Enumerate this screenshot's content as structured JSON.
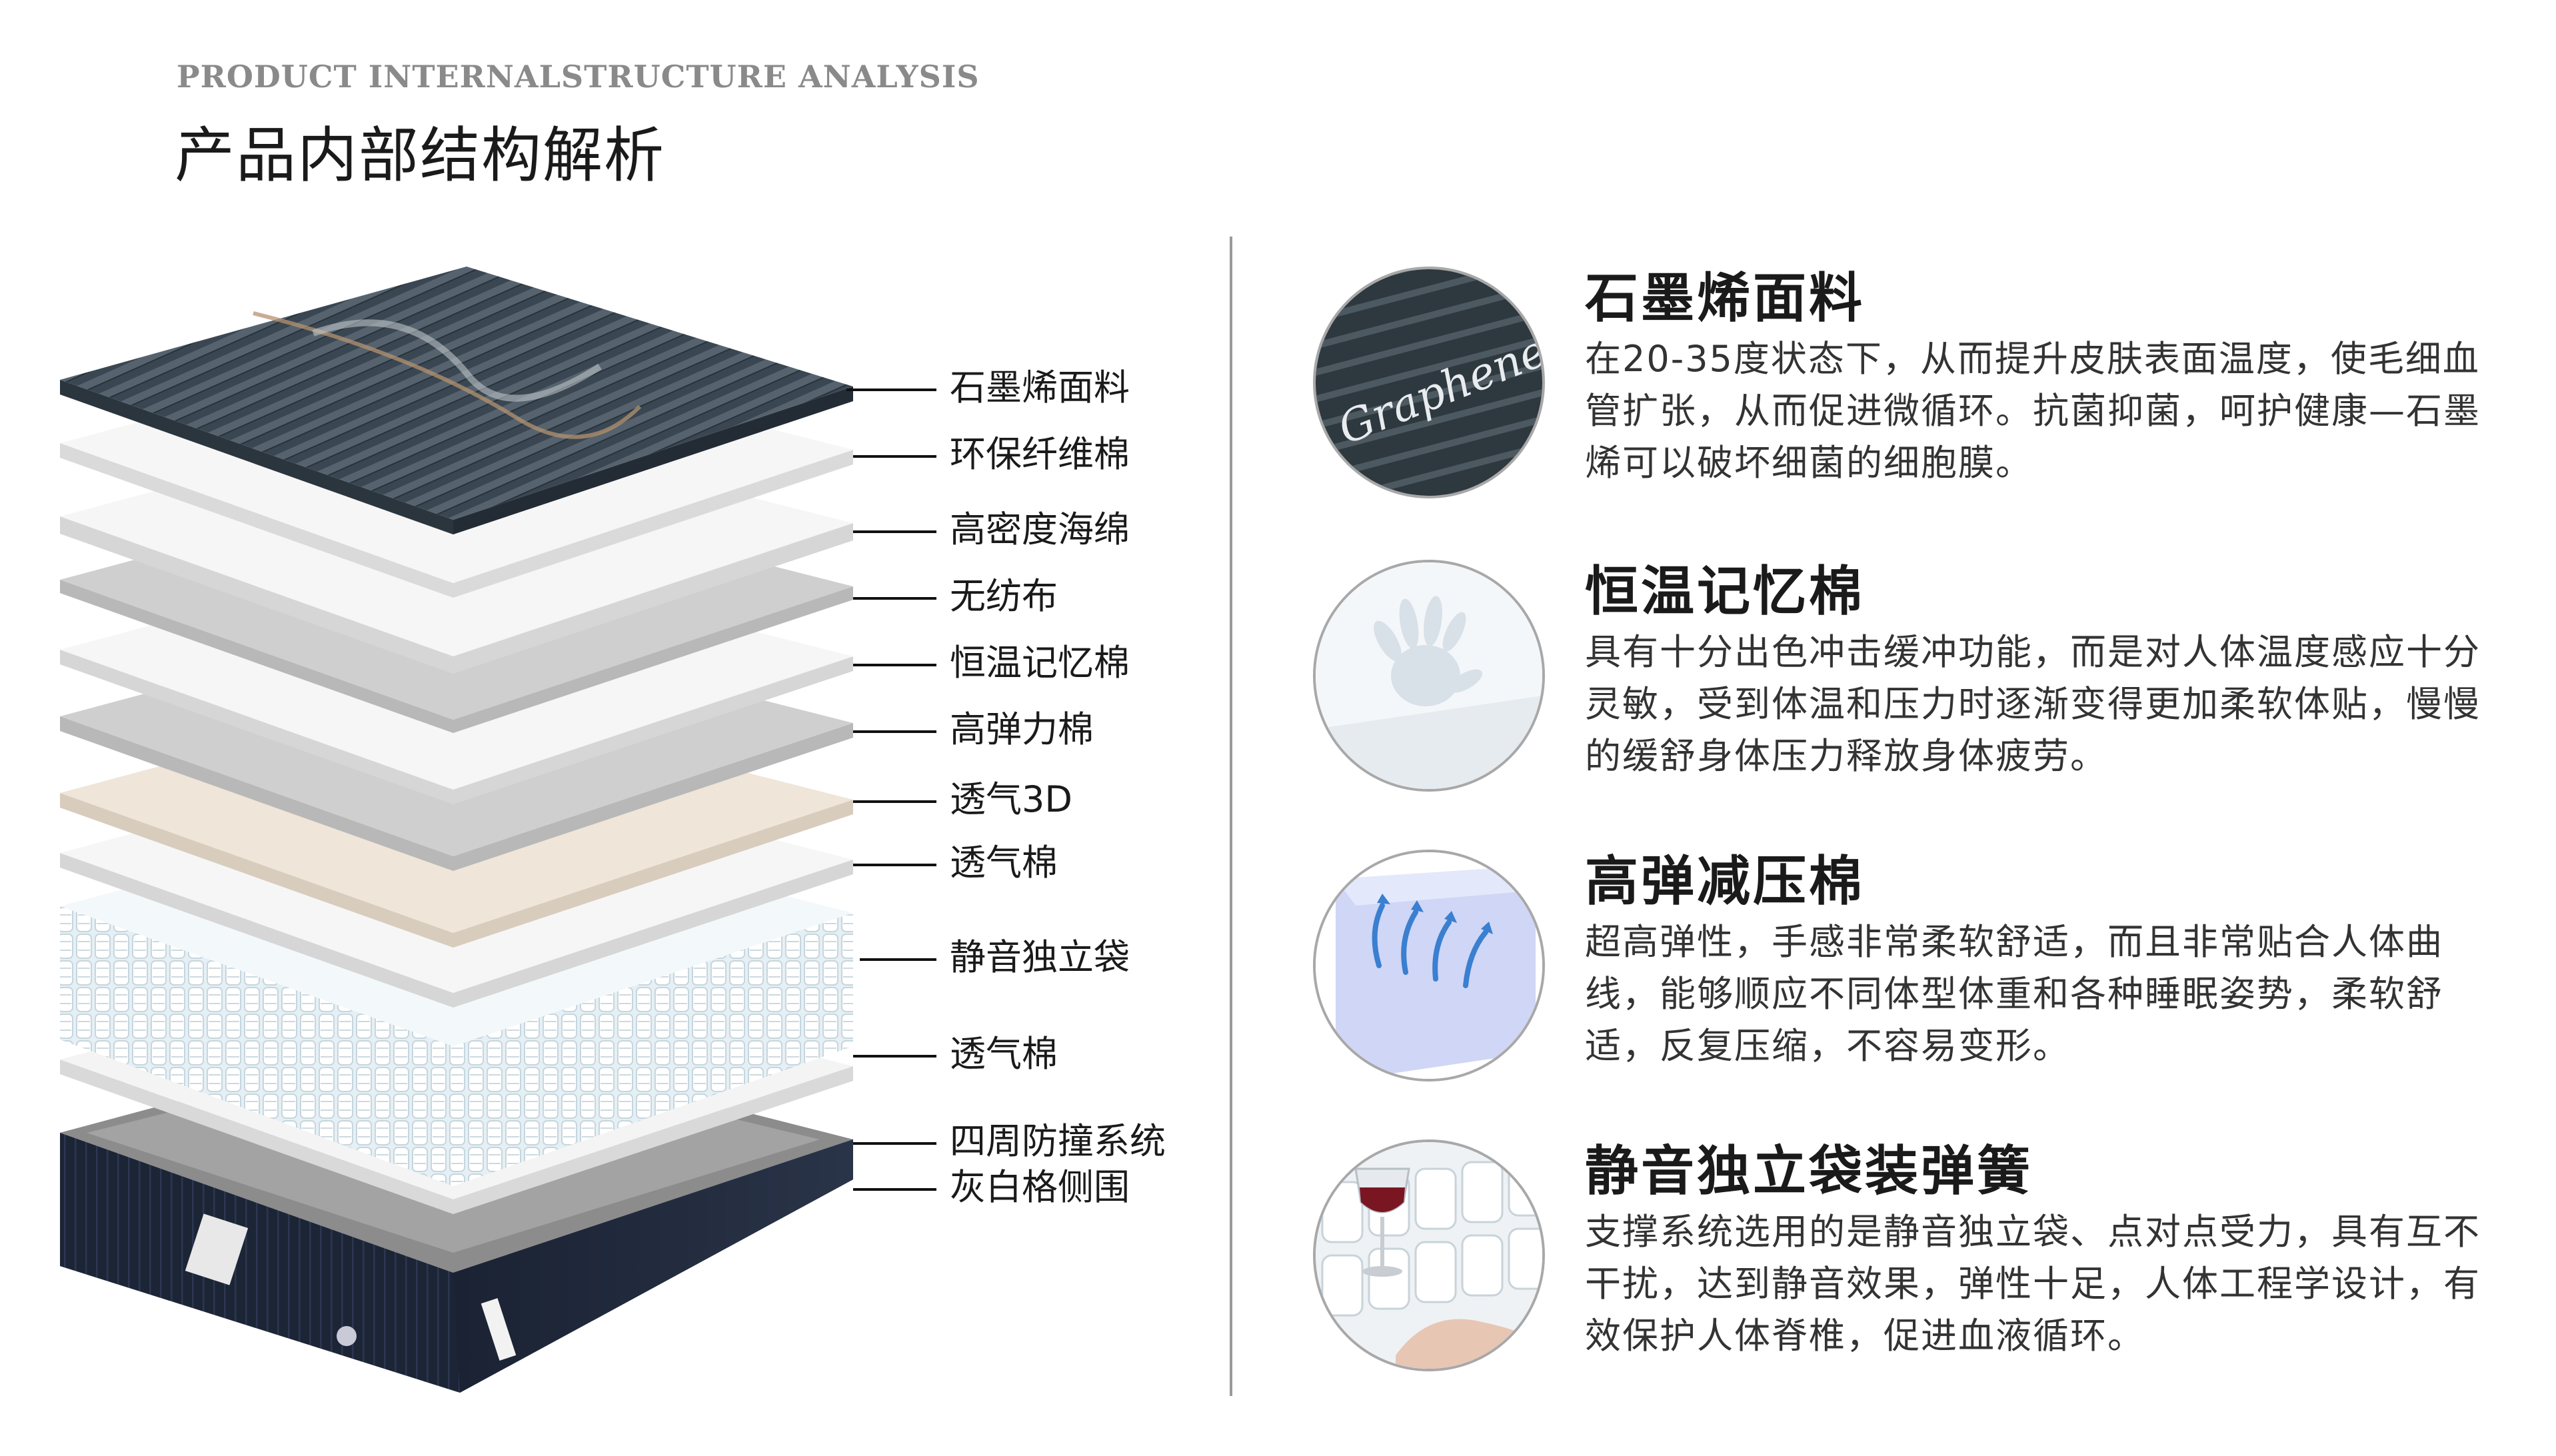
{
  "header": {
    "kicker": "PRODUCT INTERNALSTRUCTURE ANALYSIS",
    "title": "产品内部结构解析"
  },
  "layers": [
    {
      "label": "石墨烯面料"
    },
    {
      "label": "环保纤维棉"
    },
    {
      "label": "高密度海绵"
    },
    {
      "label": "无纺布"
    },
    {
      "label": "恒温记忆棉"
    },
    {
      "label": "高弹力棉"
    },
    {
      "label": "透气3D"
    },
    {
      "label": "透气棉"
    },
    {
      "label": "静音独立袋"
    },
    {
      "label": "透气棉"
    },
    {
      "label": "四周防撞系统"
    },
    {
      "label": "灰白格侧围"
    }
  ],
  "features": [
    {
      "title": "石墨烯面料",
      "text": "在20-35度状态下，从而提升皮肤表面温度，使毛细血管扩张，从而促进微循环。抗菌抑菌，呵护健康—石墨烯可以破坏细菌的细胞膜。",
      "icon": "graphene-fabric-icon",
      "thumb_script": "Graphene"
    },
    {
      "title": "恒温记忆棉",
      "text": "具有十分出色冲击缓冲功能，而是对人体温度感应十分灵敏，受到体温和压力时逐渐变得更加柔软体贴，慢慢的缓舒身体压力释放身体疲劳。",
      "icon": "memory-foam-handprint-icon"
    },
    {
      "title": "高弹减压棉",
      "text": "超高弹性，手感非常柔软舒适，而且非常贴合人体曲线，能够顺应不同体型体重和各种睡眠姿势，柔软舒适，反复压缩，不容易变形。",
      "icon": "high-resilience-foam-icon"
    },
    {
      "title": "静音独立袋装弹簧",
      "text": "支撑系统选用的是静音独立袋、点对点受力，具有互不干扰，达到静音效果，弹性十足，人体工程学设计，有效保护人体脊椎，促进血液循环。",
      "icon": "pocket-spring-wineglass-icon"
    }
  ],
  "colors": {
    "graphene_fabric": "#3d4a55",
    "cover_navy": "#1c2536",
    "latex_beige": "#efe5d8",
    "layer_grey": "#cfcfcf",
    "layer_white": "#f6f6f6",
    "divider": "#9a9a9a",
    "leader_line": "#111111"
  }
}
